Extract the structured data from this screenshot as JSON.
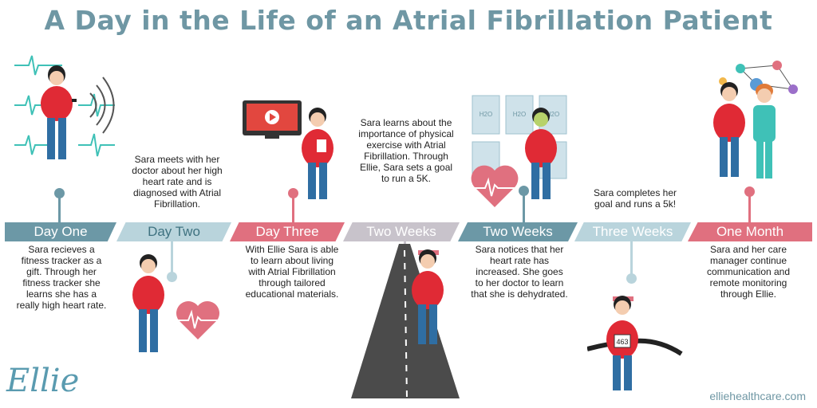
{
  "title": "A Day in the Life of an Atrial Fibrillation Patient",
  "colors": {
    "dark_teal": "#6c98a6",
    "light_teal": "#b9d4dc",
    "pink": "#e0707f",
    "grey": "#c8c3cb"
  },
  "timeline": [
    {
      "label": "Day One"
    },
    {
      "label": "Day Two"
    },
    {
      "label": "Day Three"
    },
    {
      "label": "Two Weeks"
    },
    {
      "label": "Two Weeks"
    },
    {
      "label": "Three Weeks"
    },
    {
      "label": "One Month"
    }
  ],
  "captions": {
    "day_one": "Sara recieves a fitness tracker as a gift.  Through her fitness tracker she learns she has a really high heart rate.",
    "day_two": "Sara meets with her doctor about her high heart rate and is diagnosed with Atrial Fibrillation.",
    "day_three": "With Ellie Sara is able to learn about living with Atrial Fibrillation through tailored educational materials.",
    "two_weeks_a": "Sara learns about the importance of physical exercise with Atrial Fibrillation. Through Ellie, Sara sets a goal to run a 5K.",
    "two_weeks_b": "Sara notices that her heart rate has increased.  She goes to her doctor to learn that she is dehydrated.",
    "three_weeks": "Sara completes her goal and runs a 5k!",
    "one_month": "Sara and her care manager continue communication and remote monitoring through Ellie."
  },
  "bib_number": "463",
  "water_label": "H2O",
  "logo": "Ellie",
  "url": " elliehealthcare.com"
}
